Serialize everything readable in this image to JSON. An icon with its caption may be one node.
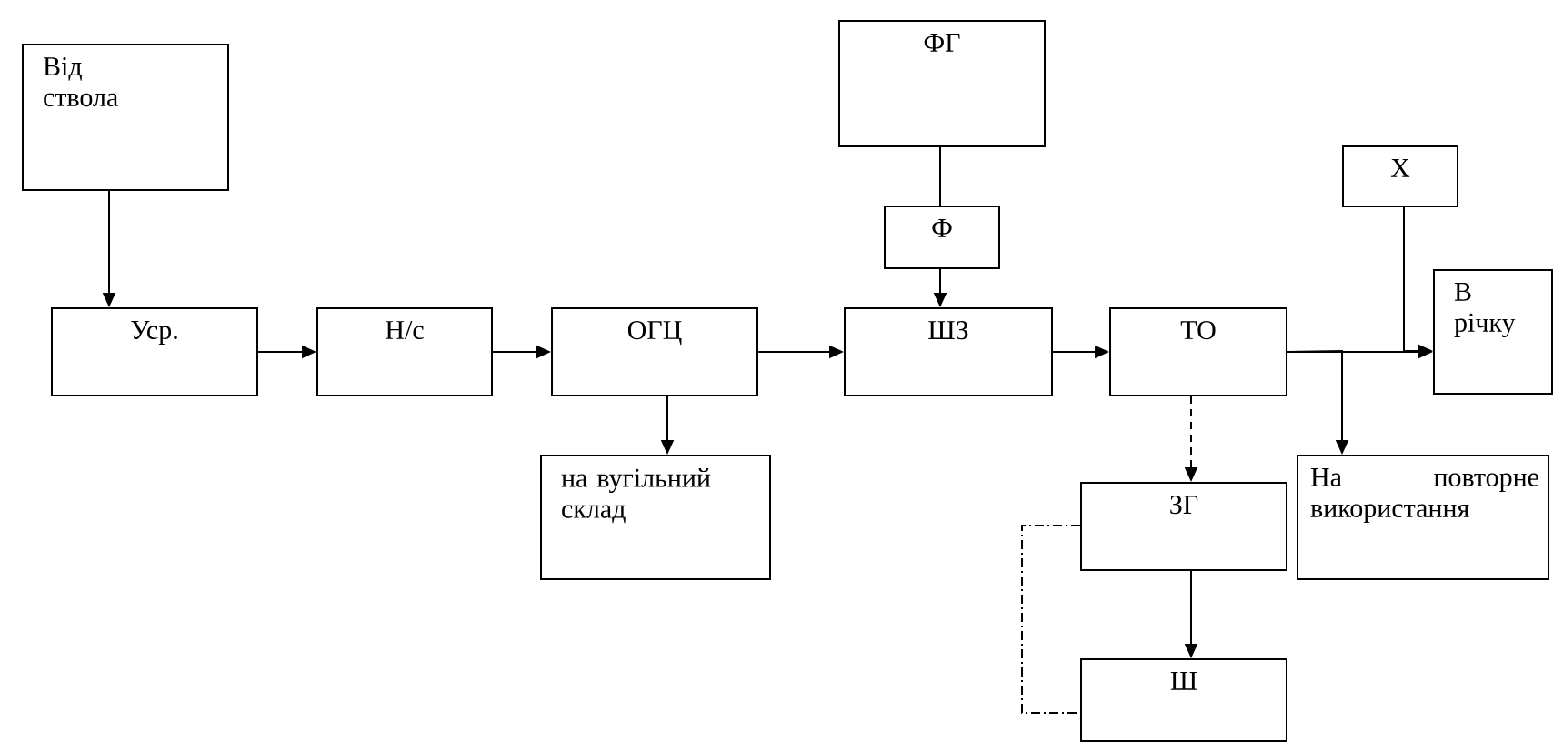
{
  "diagram": {
    "nodes": [
      {
        "text": [
          "Від ствола"
        ]
      },
      {
        "text": [
          "Уср."
        ]
      },
      {
        "text": [
          "Н/с"
        ]
      },
      {
        "text": [
          "ОГЦ"
        ]
      },
      {
        "text": [
          "на вугільний склад"
        ]
      },
      {
        "text": [
          "ФГ"
        ]
      },
      {
        "text": [
          "Ф"
        ]
      },
      {
        "text": [
          "ШЗ"
        ]
      },
      {
        "text": [
          "ТО"
        ]
      },
      {
        "text": [
          "Х"
        ]
      },
      {
        "text": [
          "В річку"
        ]
      },
      {
        "text": [
          "ЗГ"
        ]
      },
      {
        "text": [
          "На повторне використання"
        ]
      },
      {
        "text": [
          "Ш"
        ]
      }
    ],
    "edges": [
      {
        "from": 0,
        "to": 1,
        "arrow": "to"
      },
      {
        "from": 1,
        "to": 2,
        "arrow": "to"
      },
      {
        "from": 2,
        "to": 3,
        "arrow": "to"
      },
      {
        "from": 3,
        "to": 4,
        "arrow": "to"
      },
      {
        "from": 3,
        "to": 7,
        "arrow": "to"
      },
      {
        "from": 5,
        "to": 6,
        "arrow": "none"
      },
      {
        "from": 6,
        "to": 7,
        "arrow": "to"
      },
      {
        "from": 7,
        "to": 8,
        "arrow": "to"
      },
      {
        "from": 8,
        "to": 10,
        "arrow": "to"
      },
      {
        "from": 8,
        "to": 12,
        "arrow": "to"
      },
      {
        "from": 9,
        "to": 10,
        "arrow": "to"
      },
      {
        "from": 8,
        "to": 11,
        "arrow": "to",
        "style": "dashed"
      },
      {
        "from": 11,
        "to": 13,
        "arrow": "to"
      },
      {
        "from": 11,
        "to": 13,
        "arrow": "none",
        "style": "dashed"
      }
    ]
  }
}
